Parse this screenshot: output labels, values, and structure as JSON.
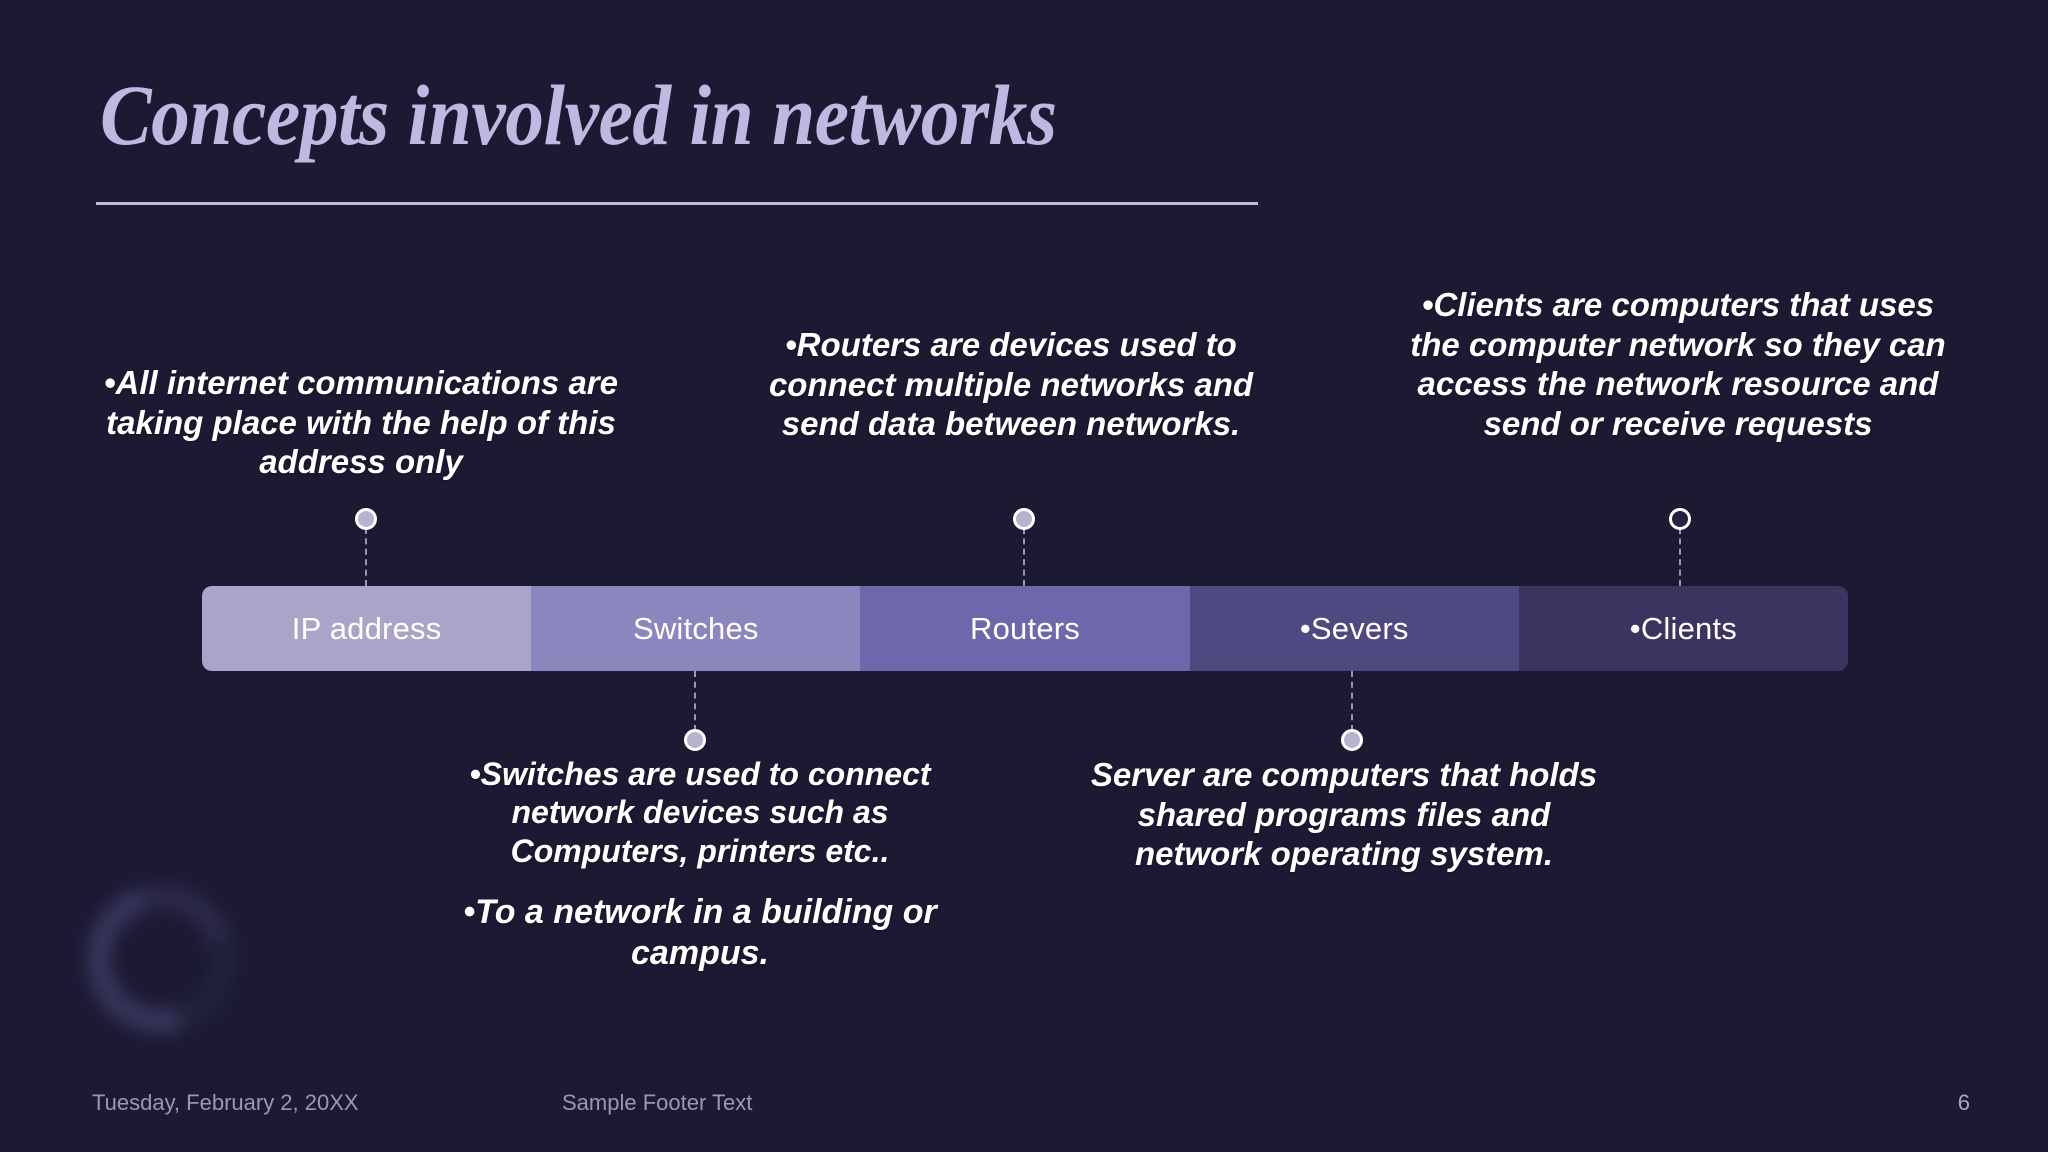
{
  "slide": {
    "title": "Concepts involved in networks",
    "background_color": "#1c1a33",
    "title_color": "#bdb9e0"
  },
  "process_bar": {
    "segments": [
      {
        "label": "IP address",
        "color": "#a9a5c8"
      },
      {
        "label": "Switches",
        "color": "#8b86bd"
      },
      {
        "label": "Routers",
        "color": "#6d68ac"
      },
      {
        "label": "•Severs",
        "color": "#4e4980"
      },
      {
        "label": "•Clients",
        "color": "#3a3560"
      }
    ]
  },
  "callouts": {
    "ip_address": {
      "text": "•All internet communications are taking place with the help of this address only"
    },
    "routers": {
      "text": "•Routers are devices used to connect multiple networks and send data between networks."
    },
    "clients": {
      "text": "•Clients are computers that uses the computer network so they can access the network resource and send or receive requests"
    },
    "switches": {
      "text_1": "•Switches are used to connect network devices such as Computers, printers etc..",
      "text_2": "•To a network in a building or campus."
    },
    "server": {
      "text": "Server are computers that holds shared programs files and network operating system."
    }
  },
  "footer": {
    "date": "Tuesday, February 2, 20XX",
    "footer_text": "Sample Footer Text",
    "page_number": "6"
  }
}
